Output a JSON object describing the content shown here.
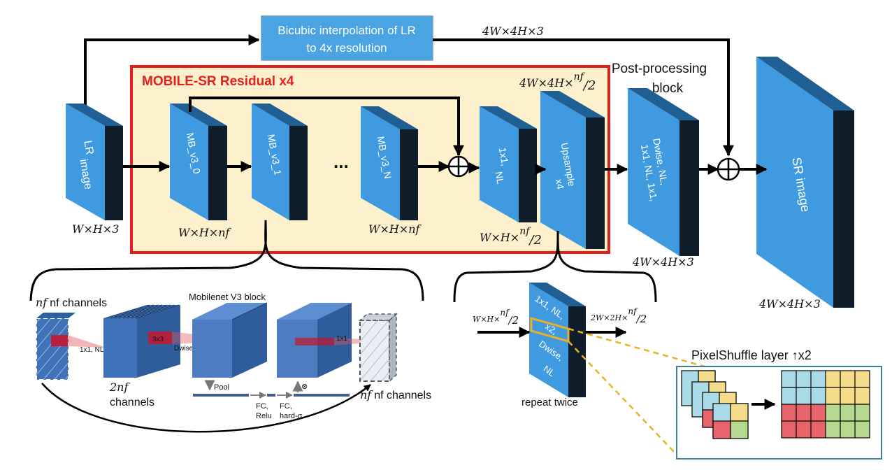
{
  "bicubic": {
    "line1": "Bicubic interpolation of LR",
    "line2": "to 4x resolution"
  },
  "residual_title": "MOBILE-SR Residual x4",
  "postproc": {
    "line1": "Post-processing",
    "line2": "block"
  },
  "blocks": {
    "lr": [
      "LR",
      "image"
    ],
    "mb0": "MB_v3_0",
    "mb1": "MB_v3_1",
    "mbn": "MB_v3_N",
    "conv": [
      "1x1,",
      "NL"
    ],
    "ups": [
      "Upsample",
      "x4"
    ],
    "dwise": [
      "Dwise, NL,",
      "1x1, NL, 1x1,"
    ],
    "sr": "SR image",
    "repeat": [
      "1x1, NL,",
      "x2,",
      "Dwise,",
      "NL"
    ]
  },
  "ellipsis": "...",
  "dims": {
    "top": "4W×4H×3",
    "lr": "W×H×3",
    "mb": "W×H×nf",
    "mbn": "W×H×nf",
    "half": "W×H×",
    "half_nf": "nf",
    "half_den": "/2",
    "ups_top": "4W×4H×",
    "post": "4W×4H×3",
    "sr": "4W×4H×3",
    "rep_in": "W×H×",
    "rep_out": "2W×2H×"
  },
  "mobilenet": {
    "title": "Mobilenet V3 block",
    "in_channels": "nf channels",
    "mid_channels_1": "2nf",
    "mid_channels_2": "channels",
    "out_channels": "nf channels",
    "op1": "1x1, NL",
    "op2a": "3x3",
    "op2b": "Dwise, NL",
    "op3": "1x1",
    "pool": "Pool",
    "fc1a": "FC,",
    "fc1b": "Relu",
    "fc2a": "FC,",
    "fc2b": "hard-σ",
    "mult": "⊗"
  },
  "repeat_caption": "repeat twice",
  "pixelshuffle": {
    "title": "PixelShuffle layer ↑x2"
  },
  "colors": {
    "block_front": "#3f9ae0",
    "block_side": "#0f1d2b",
    "block_top": "#1f5f94",
    "residual_bg": "#fdf1cd",
    "residual_border": "#e3211c",
    "pixelshuffle_border": "#3d7f9a",
    "highlight": "#e8b224"
  }
}
